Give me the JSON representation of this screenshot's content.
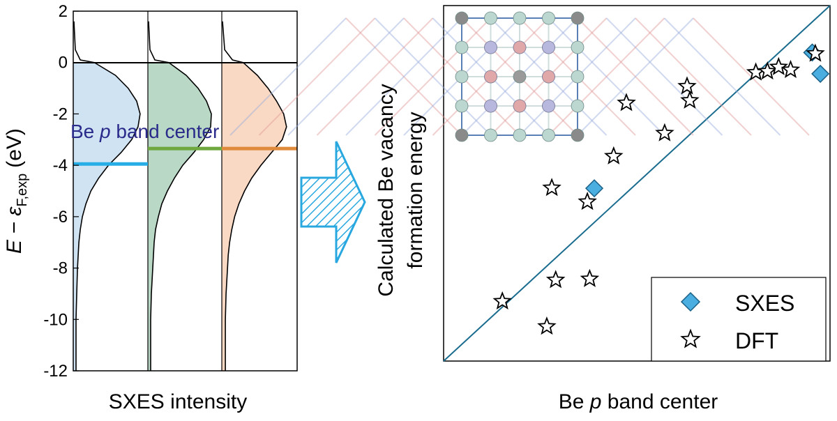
{
  "colors": {
    "spectrum_fill": [
      "#cfe3f3",
      "#b9d9c6",
      "#f9d9c4"
    ],
    "band_center": [
      "#27aee6",
      "#6fa83f",
      "#e08a3c"
    ],
    "arrow": "#29a8e0",
    "diamond": "#4aaee0",
    "fit_line": "#1a6c8f",
    "label_text": "#2a2a8a"
  },
  "left_panel": {
    "y_axis_label": "E − ε",
    "y_axis_label_sub": "F,exp",
    "y_axis_unit": "(eV)",
    "x_axis_label": "SXES intensity",
    "band_center_label_a": "Be ",
    "band_center_label_p": "p",
    "band_center_label_b": " band center"
  },
  "right_panel": {
    "y_axis_label_line1": "Calculated Be vacancy",
    "y_axis_label_line2": "formation energy",
    "x_axis_label_a": "Be ",
    "x_axis_label_p": "p",
    "x_axis_label_b": " band center",
    "legend": [
      {
        "label": "SXES",
        "marker": "diamond"
      },
      {
        "label": "DFT",
        "marker": "star"
      }
    ],
    "inset_icon": "crystal-structure-icon"
  },
  "arrow_icon": "hatched-right-arrow-icon",
  "chart_data": [
    {
      "type": "area",
      "title": "",
      "ylabel": "E − εF,exp (eV)",
      "xlabel": "SXES intensity",
      "ylim": [
        -12,
        2
      ],
      "yticks": [
        2,
        0,
        -2,
        -4,
        -6,
        -8,
        -10,
        -12
      ],
      "series": [
        {
          "band_center": -3.95,
          "y": [
            1.6,
            0.5,
            0.1,
            0,
            -0.5,
            -1,
            -1.5,
            -2,
            -2.5,
            -3,
            -3.5,
            -4,
            -4.5,
            -5,
            -5.5,
            -6,
            -6.5,
            -7,
            -7.5,
            -8,
            -9,
            -10,
            -11,
            -12
          ],
          "intensity": [
            0.01,
            0.03,
            0.1,
            0.3,
            0.6,
            0.78,
            0.9,
            0.95,
            0.92,
            0.83,
            0.68,
            0.5,
            0.36,
            0.25,
            0.18,
            0.13,
            0.1,
            0.08,
            0.07,
            0.06,
            0.05,
            0.04,
            0.04,
            0.04
          ]
        },
        {
          "band_center": -3.35,
          "y": [
            1.6,
            0.5,
            0.1,
            0,
            -0.5,
            -1,
            -1.5,
            -2,
            -2.5,
            -3,
            -3.5,
            -4,
            -4.5,
            -5,
            -5.5,
            -6,
            -6.5,
            -7,
            -7.5,
            -8,
            -9,
            -10,
            -11,
            -12
          ],
          "intensity": [
            0.01,
            0.03,
            0.1,
            0.3,
            0.55,
            0.72,
            0.84,
            0.91,
            0.9,
            0.8,
            0.66,
            0.5,
            0.38,
            0.28,
            0.2,
            0.15,
            0.11,
            0.09,
            0.08,
            0.07,
            0.05,
            0.04,
            0.04,
            0.04
          ]
        },
        {
          "band_center": -3.35,
          "y": [
            1.6,
            0.5,
            0.1,
            0,
            -0.5,
            -1,
            -1.5,
            -2,
            -2.5,
            -3,
            -3.5,
            -4,
            -4.5,
            -5,
            -5.5,
            -6,
            -6.5,
            -7,
            -7.5,
            -8,
            -9,
            -10,
            -11,
            -12
          ],
          "intensity": [
            0.01,
            0.04,
            0.15,
            0.3,
            0.5,
            0.65,
            0.77,
            0.87,
            0.91,
            0.85,
            0.7,
            0.55,
            0.42,
            0.32,
            0.24,
            0.18,
            0.14,
            0.11,
            0.09,
            0.08,
            0.06,
            0.05,
            0.05,
            0.05
          ]
        }
      ]
    },
    {
      "type": "scatter",
      "title": "",
      "xlabel": "Be p band center",
      "ylabel": "Calculated Be vacancy formation energy",
      "xlim": [
        0,
        1
      ],
      "ylim": [
        0,
        1
      ],
      "series": [
        {
          "name": "SXES",
          "marker": "diamond",
          "x": [
            0.39,
            0.954,
            0.975
          ],
          "y": [
            0.486,
            0.868,
            0.808
          ]
        },
        {
          "name": "DFT",
          "marker": "star",
          "x": [
            0.152,
            0.267,
            0.29,
            0.28,
            0.378,
            0.372,
            0.44,
            0.473,
            0.572,
            0.63,
            0.637,
            0.808,
            0.838,
            0.867,
            0.898,
            0.962
          ],
          "y": [
            0.168,
            0.097,
            0.228,
            0.487,
            0.231,
            0.448,
            0.576,
            0.726,
            0.641,
            0.773,
            0.733,
            0.812,
            0.815,
            0.827,
            0.819,
            0.865
          ]
        }
      ],
      "fit_line": {
        "x": [
          0,
          1
        ],
        "y": [
          0,
          1
        ]
      },
      "legend_position": "bottom-right"
    }
  ]
}
